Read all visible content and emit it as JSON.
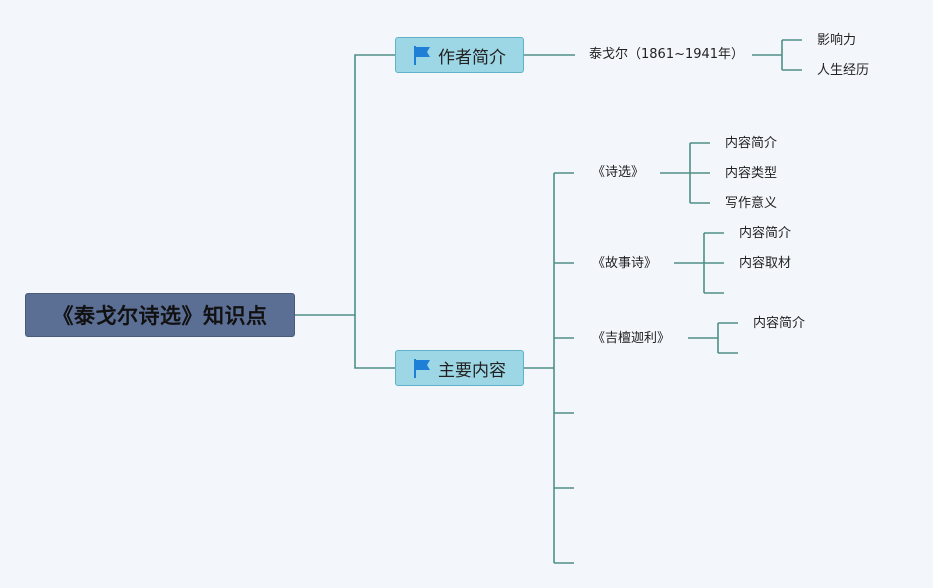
{
  "root": {
    "title": "《泰戈尔诗选》知识点"
  },
  "author": {
    "topic": "作者简介",
    "name": "泰戈尔（1861~1941年）",
    "children": [
      "影响力",
      "人生经历"
    ]
  },
  "content": {
    "topic": "主要内容",
    "works": [
      {
        "title": "《诗选》",
        "items": [
          "内容简介",
          "内容类型",
          "写作意义"
        ]
      },
      {
        "title": "《故事诗》",
        "items": [
          "内容简介",
          "内容取材",
          ""
        ]
      },
      {
        "title": "《吉檀迦利》",
        "items": [
          "内容简介",
          ""
        ]
      },
      {
        "title": "",
        "items": []
      },
      {
        "title": "",
        "items": []
      },
      {
        "title": "",
        "items": []
      }
    ]
  },
  "colors": {
    "connector": "#4f8f86",
    "topic_fill": "#9dd6e5",
    "root_fill": "#5b6e94",
    "flag": "#1f7fd6"
  }
}
